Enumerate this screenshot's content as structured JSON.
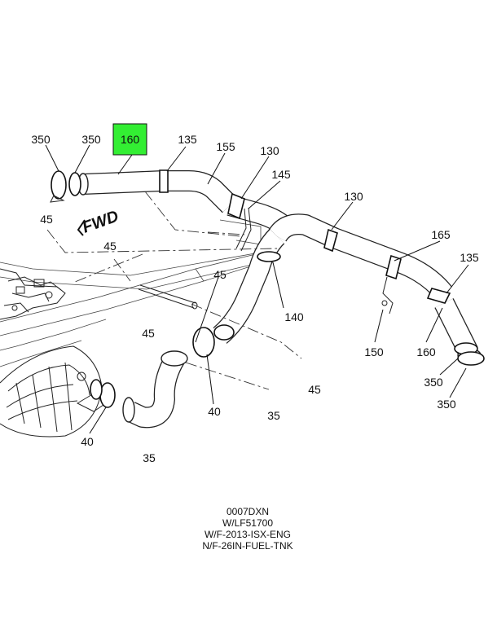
{
  "highlight": {
    "label": "160",
    "color": "#33ee33"
  },
  "direction_marker": "FWD",
  "callouts": [
    {
      "id": "c350a",
      "text": "350"
    },
    {
      "id": "c350b",
      "text": "350"
    },
    {
      "id": "c135a",
      "text": "135"
    },
    {
      "id": "c155",
      "text": "155"
    },
    {
      "id": "c130a",
      "text": "130"
    },
    {
      "id": "c145",
      "text": "145"
    },
    {
      "id": "c130b",
      "text": "130"
    },
    {
      "id": "c45a",
      "text": "45"
    },
    {
      "id": "c45b",
      "text": "45"
    },
    {
      "id": "c45c",
      "text": "45"
    },
    {
      "id": "c45d",
      "text": "45"
    },
    {
      "id": "c45e",
      "text": "45"
    },
    {
      "id": "c165",
      "text": "165"
    },
    {
      "id": "c135b",
      "text": "135"
    },
    {
      "id": "c140",
      "text": "140"
    },
    {
      "id": "c150",
      "text": "150"
    },
    {
      "id": "c160",
      "text": "160"
    },
    {
      "id": "c350c",
      "text": "350"
    },
    {
      "id": "c350d",
      "text": "350"
    },
    {
      "id": "c40a",
      "text": "40"
    },
    {
      "id": "c40b",
      "text": "40"
    },
    {
      "id": "c35a",
      "text": "35"
    },
    {
      "id": "c35b",
      "text": "35"
    }
  ],
  "caption": {
    "line1": "0007DXN",
    "line2": "W/LF51700",
    "line3": "W/F-2013-ISX-ENG",
    "line4": "N/F-26IN-FUEL-TNK"
  }
}
